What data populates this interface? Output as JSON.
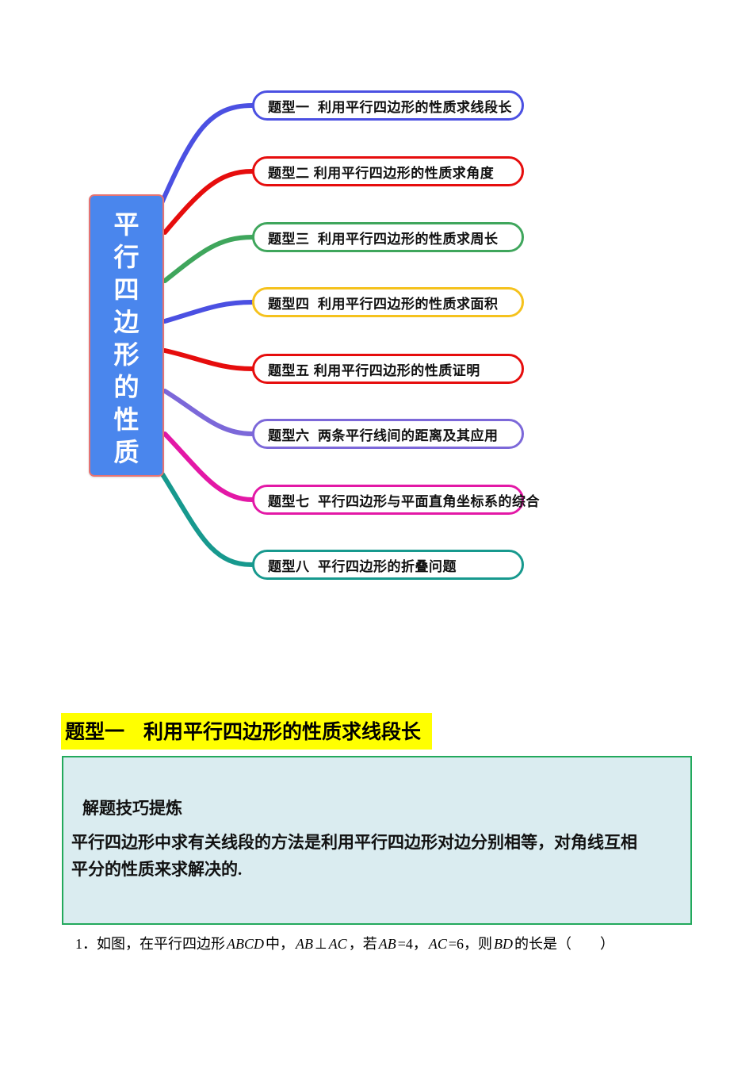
{
  "page": {
    "background": "#ffffff"
  },
  "mindmap": {
    "root": {
      "label": "平行四边形的性质",
      "fill": "#4a86ed",
      "border_color": "#e57373",
      "text_color": "#ffffff"
    },
    "nodes": [
      {
        "label": "题型一  利用平行四边形的性质求线段长",
        "color": "#4b50e2",
        "branch_color": "#4b50e2"
      },
      {
        "label": "题型二 利用平行四边形的性质求角度",
        "color": "#e60d0d",
        "branch_color": "#e60d0d"
      },
      {
        "label": "题型三  利用平行四边形的性质求周长",
        "color": "#3fa65c",
        "branch_color": "#3fa65c"
      },
      {
        "label": "题型四  利用平行四边形的性质求面积",
        "color": "#f5c21d",
        "branch_color": "#4b50e2"
      },
      {
        "label": "题型五 利用平行四边形的性质证明",
        "color": "#e60d0d",
        "branch_color": "#e60d0d"
      },
      {
        "label": "题型六  两条平行线间的距离及其应用",
        "color": "#7c68d9",
        "branch_color": "#7c68d9"
      },
      {
        "label": "题型七  平行四边形与平面直角坐标系的综合",
        "color": "#e318a6",
        "branch_color": "#e318a6"
      },
      {
        "label": "题型八  平行四边形的折叠问题",
        "color": "#17998e",
        "branch_color": "#17998e"
      }
    ]
  },
  "section": {
    "heading_prefix": "题型一",
    "heading_title": "利用平行四边形的性质求线段长",
    "highlight_color": "#ffff00"
  },
  "tipbox": {
    "title": "解题技巧提炼",
    "body_lines": [
      "平行四边形中求有关线段的方法是利用平行四边形对边分别相等，对角线互相",
      "平分的性质来求解决的."
    ],
    "bg": "#daecf0",
    "border_color": "#22a95c"
  },
  "question": {
    "segments": [
      {
        "t": "1．如图，在平行四边形"
      },
      {
        "t": "ABCD",
        "i": true
      },
      {
        "t": "中，"
      },
      {
        "t": "AB",
        "i": true
      },
      {
        "t": "⊥"
      },
      {
        "t": "AC",
        "i": true
      },
      {
        "t": "，若"
      },
      {
        "t": "AB",
        "i": true
      },
      {
        "t": "=4，"
      },
      {
        "t": "AC",
        "i": true
      },
      {
        "t": "=6，则"
      },
      {
        "t": "BD",
        "i": true
      },
      {
        "t": "的长是（　　）"
      }
    ]
  }
}
